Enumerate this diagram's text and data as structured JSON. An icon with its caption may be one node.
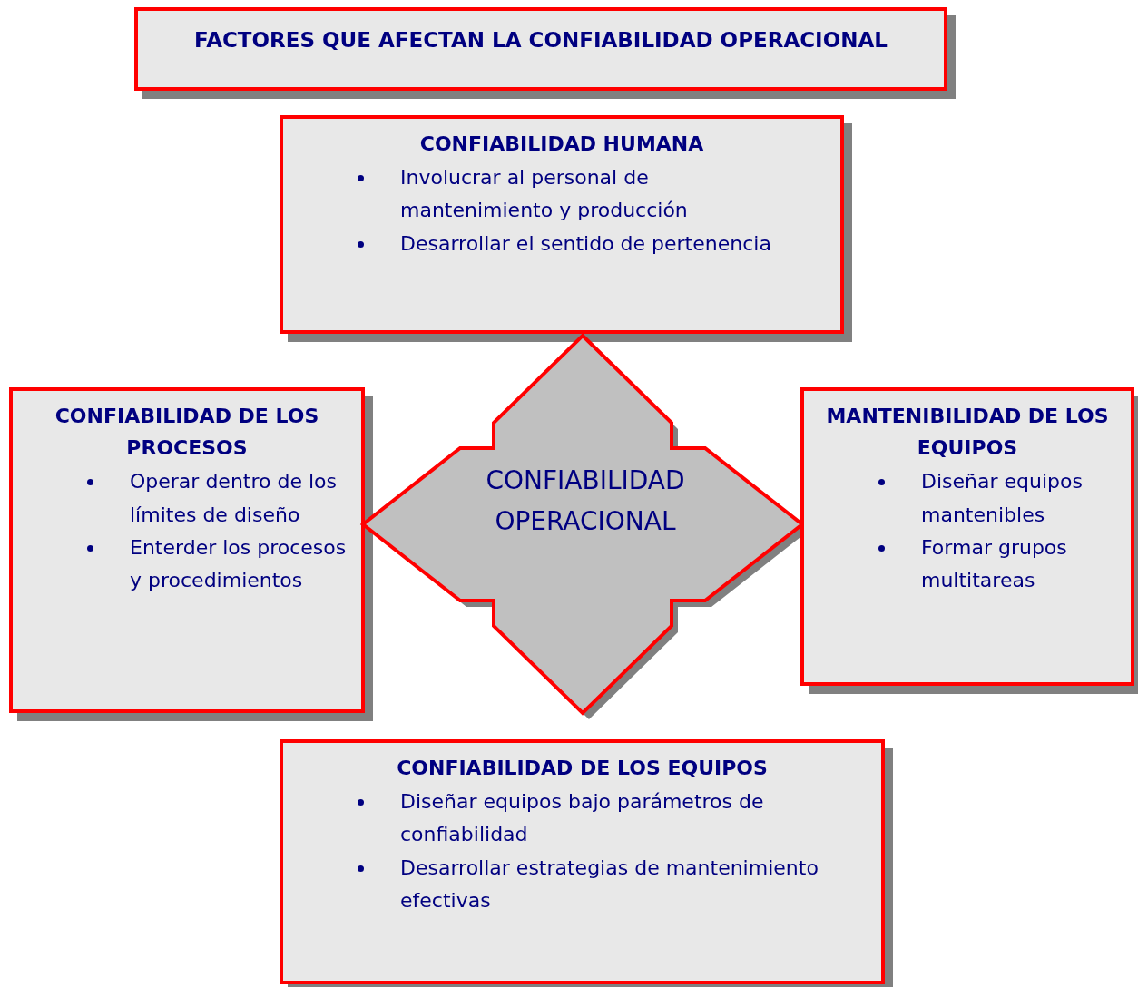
{
  "diagram": {
    "nodes": [
      {
        "text": [
          "FACTORES QUE AFECTAN LA CONFIABILIDAD OPERACIONAL"
        ]
      },
      {
        "text": [
          "CONFIABILIDAD HUMANA",
          "Involucrar al personal de mantenimiento y producción",
          "Desarrollar el sentido de pertenencia"
        ]
      },
      {
        "text": [
          "CONFIABILIDAD DE LOS PROCESOS",
          "Operar dentro de los límites de diseño",
          "Enterder los procesos y procedimientos"
        ]
      },
      {
        "text": [
          "CONFIABILIDAD OPERACIONAL"
        ]
      },
      {
        "text": [
          "MANTENIBILIDAD DE LOS EQUIPOS",
          "Diseñar equipos mantenibles",
          "Formar grupos multitareas"
        ]
      },
      {
        "text": [
          "CONFIABILIDAD DE LOS EQUIPOS",
          "Diseñar equipos bajo parámetros de confiabilidad",
          "Desarrollar estrategias de mantenimiento efectivas"
        ]
      }
    ]
  }
}
